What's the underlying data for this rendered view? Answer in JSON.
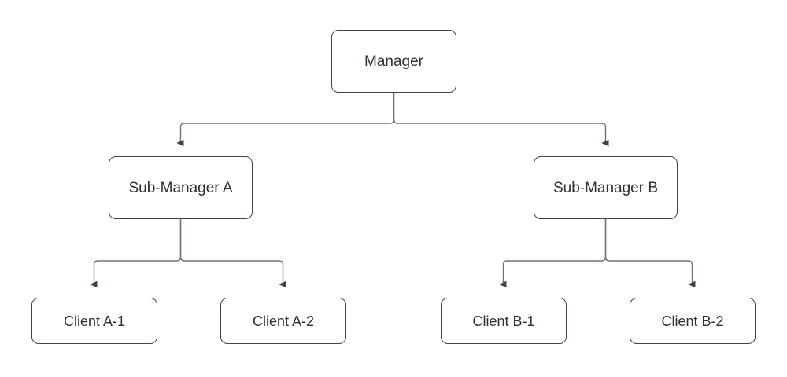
{
  "diagram": {
    "type": "organization-hierarchy-tree",
    "background_color": "#ffffff",
    "node_border_color": "#3b4252",
    "node_fill_color": "#ffffff",
    "edge_color": "#6b7280",
    "arrowhead_color": "#3b4252",
    "text_color": "#2b3138",
    "nodes": {
      "root": {
        "label": "Manager"
      },
      "branch_a": {
        "label": "Sub-Manager A"
      },
      "branch_b": {
        "label": "Sub-Manager B"
      },
      "leaf_a1": {
        "label": "Client A-1"
      },
      "leaf_a2": {
        "label": "Client A-2"
      },
      "leaf_b1": {
        "label": "Client B-1"
      },
      "leaf_b2": {
        "label": "Client B-2"
      }
    },
    "edges": [
      {
        "from": "Manager",
        "to": "Sub-Manager A",
        "style": "elbow",
        "arrow": "end"
      },
      {
        "from": "Manager",
        "to": "Sub-Manager B",
        "style": "elbow",
        "arrow": "end"
      },
      {
        "from": "Sub-Manager A",
        "to": "Client A-1",
        "style": "elbow",
        "arrow": "end"
      },
      {
        "from": "Sub-Manager A",
        "to": "Client A-2",
        "style": "elbow",
        "arrow": "end"
      },
      {
        "from": "Sub-Manager B",
        "to": "Client B-1",
        "style": "elbow",
        "arrow": "end"
      },
      {
        "from": "Sub-Manager B",
        "to": "Client B-2",
        "style": "elbow",
        "arrow": "end"
      }
    ]
  }
}
